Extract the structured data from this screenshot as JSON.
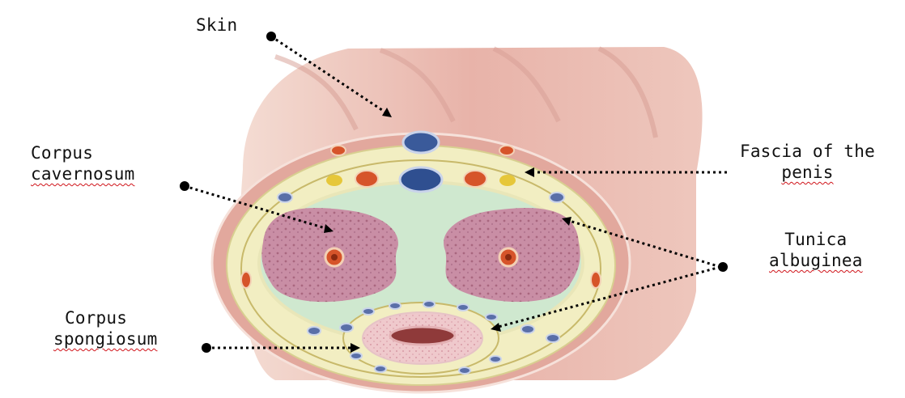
{
  "labels": {
    "skin": "Skin",
    "corpus_cavernosum": [
      "Corpus",
      "cavernosum"
    ],
    "corpus_spongiosum": [
      "Corpus",
      "spongiosum"
    ],
    "fascia_of_the_penis": [
      "Fascia of the",
      "penis"
    ],
    "tunica_albuginea": [
      "Tunica",
      "albuginea"
    ]
  },
  "colors": {
    "skin": "#e7b6ad",
    "skin_stripe": "#d9998f",
    "fascia": "#f2eec2",
    "tunica": "#cfe8cf",
    "erectile": "#c98ea5",
    "artery": "#d6542a",
    "vein": "#3a5a9a",
    "nerve": "#e6c73a",
    "callout": "#000000",
    "misspell_underline": "#d0141a"
  }
}
